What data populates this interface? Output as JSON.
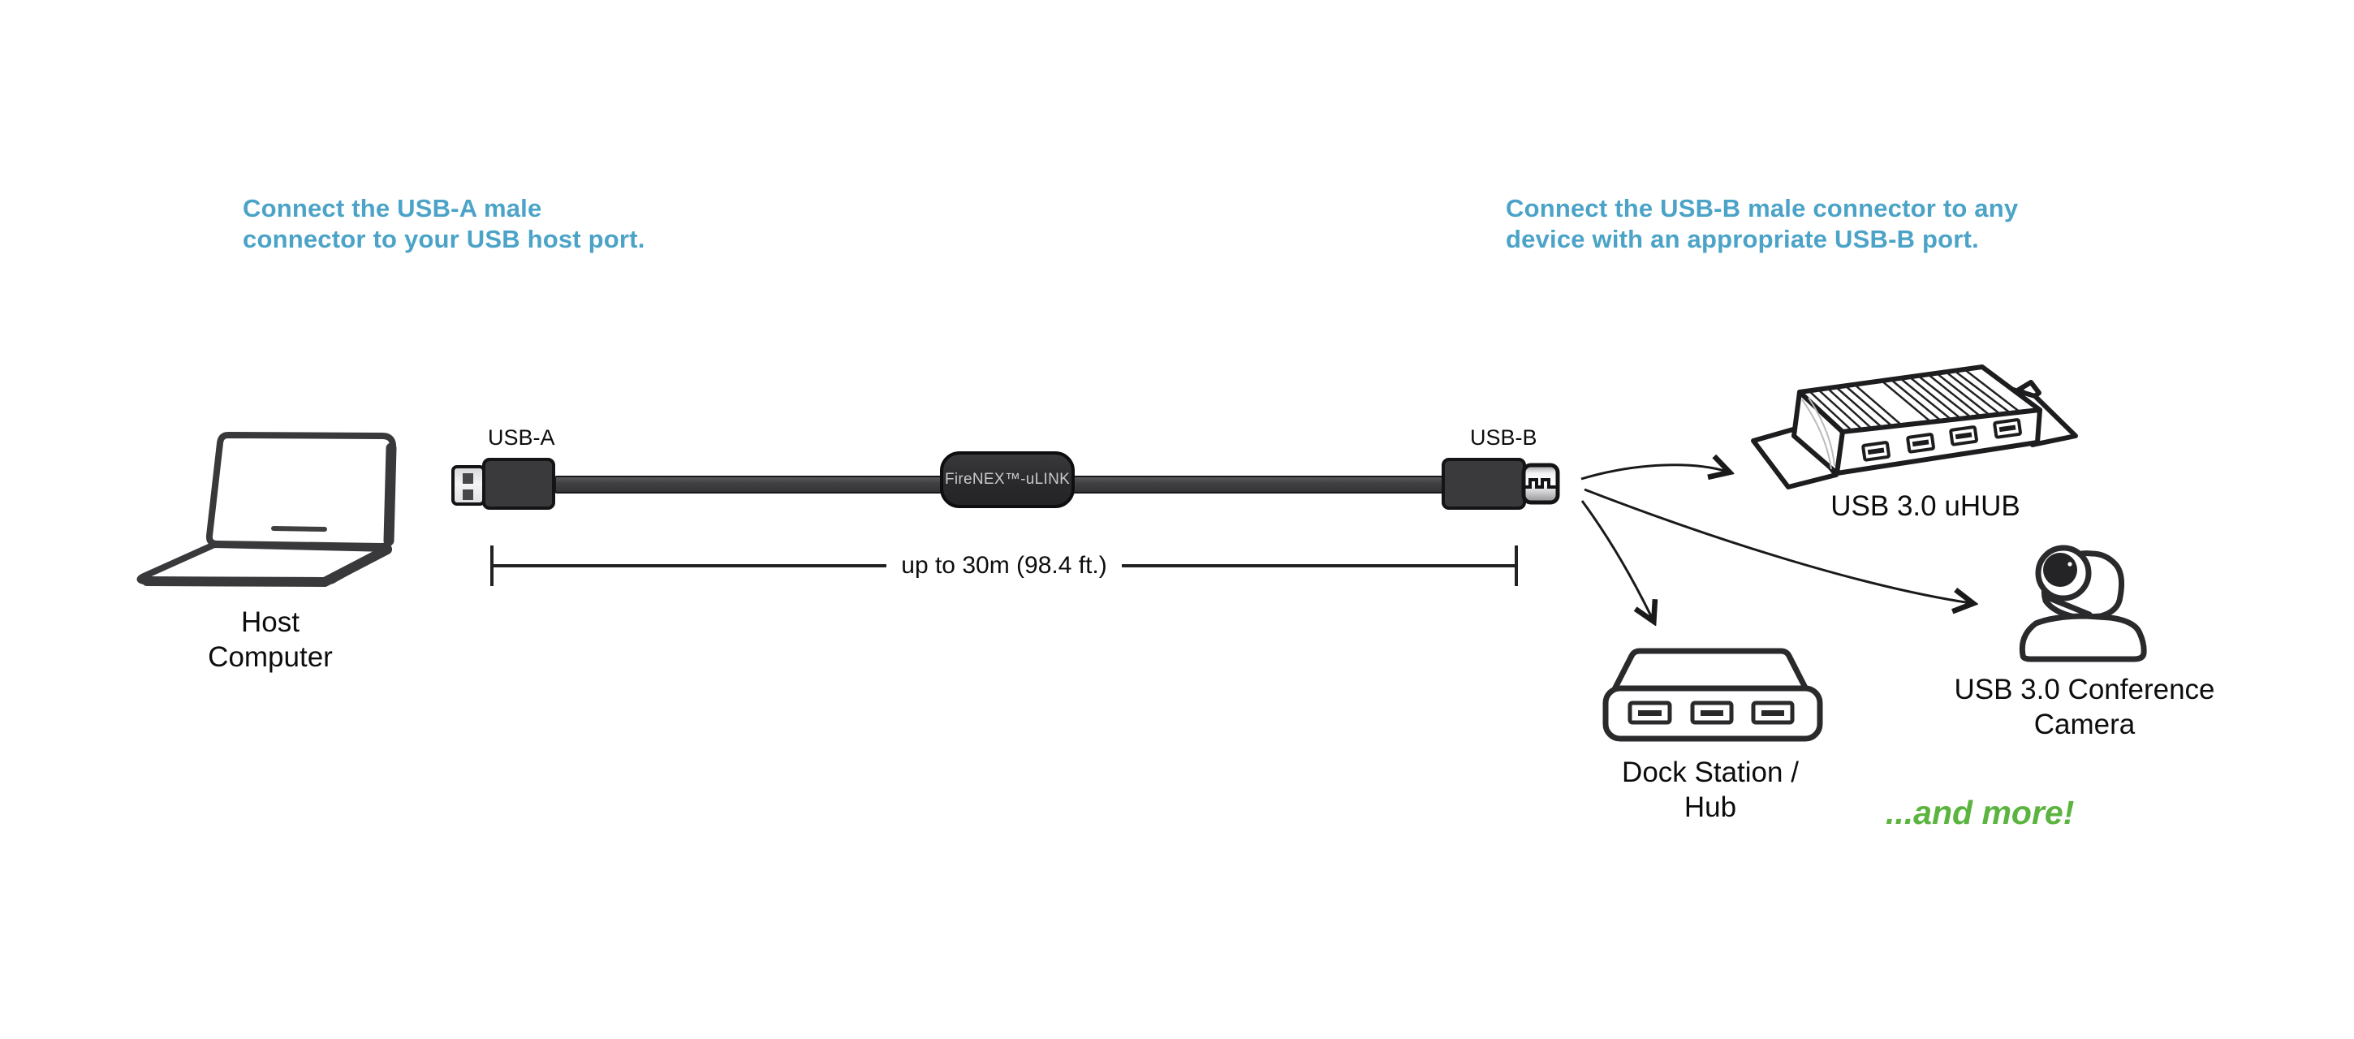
{
  "colors": {
    "accent_blue": "#4BA3C7",
    "accent_green": "#5CB440",
    "cable_dark": "#3A3A3C",
    "outline_dark": "#141416"
  },
  "instructions": {
    "left": {
      "line1": "Connect the USB-A male",
      "line2": "connector to your USB host port."
    },
    "right": {
      "line1": "Connect the USB-B male connector to any",
      "line2": "device with an appropriate USB-B port."
    }
  },
  "host_computer": {
    "line1": "Host",
    "line2": "Computer"
  },
  "cable": {
    "usb_a_label": "USB-A",
    "usb_b_label": "USB-B",
    "repeater_label": "FireNEX™-uLINK",
    "length_label": "up to 30m (98.4 ft.)"
  },
  "devices": {
    "hub": {
      "label": "USB 3.0 uHUB"
    },
    "dock": {
      "line1": "Dock Station /",
      "line2": "Hub"
    },
    "camera": {
      "line1": "USB 3.0 Conference",
      "line2": "Camera"
    }
  },
  "more_text": "...and more!"
}
